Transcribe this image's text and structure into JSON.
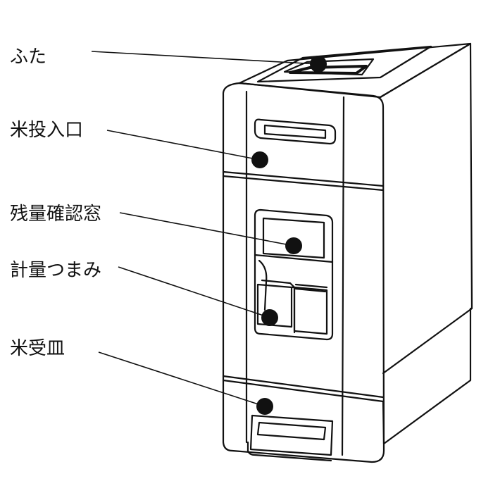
{
  "diagram": {
    "labels": {
      "lid": "ふた",
      "rice_inlet": "米投入口",
      "level_window": "残量確認窓",
      "measure_knob": "計量つまみ",
      "rice_tray": "米受皿"
    },
    "colors": {
      "line": "#111111",
      "background": "#ffffff"
    }
  }
}
